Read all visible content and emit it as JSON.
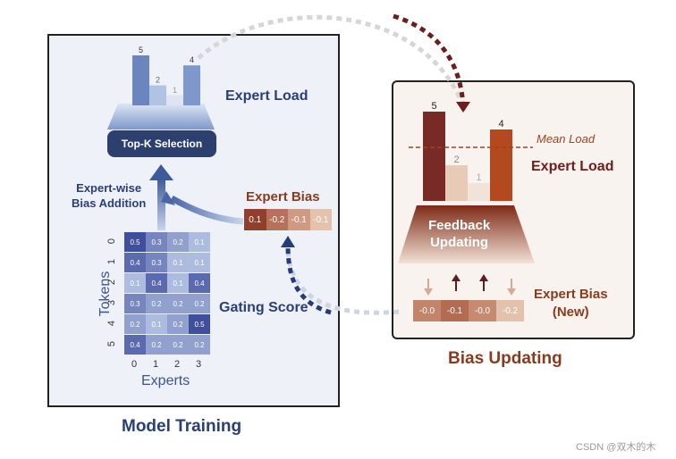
{
  "left_panel": {
    "caption": "Model Training",
    "expert_load_label": "Expert Load",
    "topk_label": "Top-K Selection",
    "bias_addition_line1": "Expert-wise",
    "bias_addition_line2": "Bias Addition",
    "expert_bias_label": "Expert Bias",
    "expert_bias_values": [
      "0.1",
      "-0.2",
      "-0.1",
      "-0.1"
    ],
    "gating_score_label": "Gating Score",
    "tokens_axis_label": "Tokens",
    "experts_axis_label": "Experts",
    "row_ticks": [
      "0",
      "1",
      "2",
      "3",
      "4",
      "5"
    ],
    "col_ticks": [
      "0",
      "1",
      "2",
      "3"
    ],
    "gating_matrix": [
      [
        "0.5",
        "0.3",
        "0.2",
        "0.1"
      ],
      [
        "0.4",
        "0.3",
        "0.1",
        "0.1"
      ],
      [
        "0.1",
        "0.4",
        "0.1",
        "0.4"
      ],
      [
        "0.3",
        "0.2",
        "0.2",
        "0.2"
      ],
      [
        "0.2",
        "0.1",
        "0.2",
        "0.5"
      ],
      [
        "0.4",
        "0.2",
        "0.2",
        "0.2"
      ]
    ],
    "load_values": [
      5,
      2,
      1,
      4
    ],
    "load_labels": [
      "5",
      "2",
      "1",
      "4"
    ]
  },
  "right_panel": {
    "caption": "Bias Updating",
    "mean_load_label": "Mean Load",
    "expert_load_label": "Expert Load",
    "feedback_line1": "Feedback",
    "feedback_line2": "Updating",
    "expert_bias_line1": "Expert Bias",
    "expert_bias_line2": "(New)",
    "new_bias_values": [
      "-0.0",
      "-0.1",
      "-0.0",
      "-0.2"
    ],
    "load_values": [
      5,
      2,
      1,
      4
    ],
    "load_labels": [
      "5",
      "2",
      "1",
      "4"
    ],
    "update_directions": [
      "down",
      "up",
      "up",
      "down"
    ]
  },
  "watermark": "CSDN @双木的木",
  "colors": {
    "blue_dark": "#2a3f75",
    "blue_mid": "#8fa8d2",
    "red_dark": "#6e1d1d",
    "brown": "#8a3b1e",
    "tan": "#e8cab3"
  }
}
